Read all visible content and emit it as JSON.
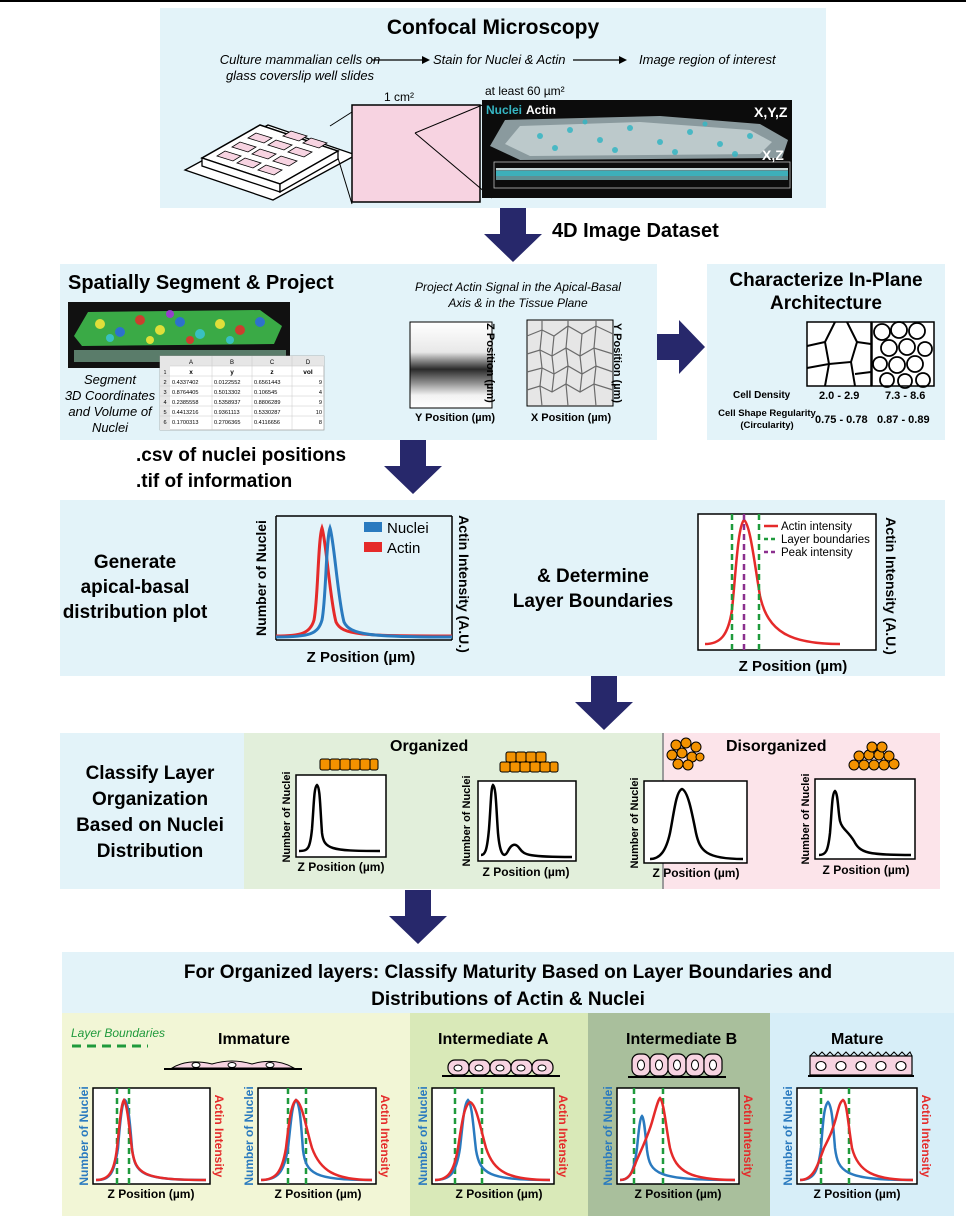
{
  "colors": {
    "panel_blue": "#e3f3f9",
    "arrow_navy": "#27286b",
    "nuclei_blue": "#2a7abf",
    "actin_red": "#e52a2a",
    "boundary_green": "#1f9a3c",
    "peak_purple": "#8b2f8e",
    "organized_green": "#e2efdb",
    "disorganized_pink": "#fce4ea",
    "immature_yellow": "#f2f6d6",
    "intermediate_a_green": "#d9e9b8",
    "intermediate_b_green": "#a9bf9c",
    "mature_blue": "#d7eef8",
    "cell_orange": "#f39200",
    "well_pink": "#f7d3e1"
  },
  "confocal": {
    "title": "Confocal Microscopy",
    "step1_line1": "Culture mammalian cells on",
    "step1_line2": "glass coverslip well slides",
    "step2": "Stain for Nuclei & Actin",
    "step3": "Image region of interest",
    "area_label": "1 cm²",
    "roi_label": "at least 60 µm²",
    "legend_nuclei": "Nuclei",
    "legend_actin": "Actin",
    "view_xyz": "X,Y,Z",
    "view_xz": "X,Z"
  },
  "dataset_label": "4D Image Dataset",
  "segment": {
    "title": "Spatially Segment & Project",
    "caption_line1": "Segment",
    "caption_line2": "3D Coordinates",
    "caption_line3": "and Volume of",
    "caption_line4": "Nuclei",
    "table_cols": [
      "A",
      "B",
      "C",
      "D"
    ],
    "table_header": [
      "x",
      "y",
      "z",
      "vol"
    ],
    "table_rows": [
      {
        "n": "2",
        "x": "0.4337402",
        "y": "0.0122552",
        "z": "0.6561443",
        "vol": "9"
      },
      {
        "n": "3",
        "x": "0.8764405",
        "y": "0.5013302",
        "z": "0.106545",
        "vol": "4"
      },
      {
        "n": "4",
        "x": "0.2385558",
        "y": "0.5358937",
        "z": "0.8806289",
        "vol": "9"
      },
      {
        "n": "5",
        "x": "0.4413216",
        "y": "0.9361113",
        "z": "0.5330287",
        "vol": "10"
      },
      {
        "n": "6",
        "x": "0.1700313",
        "y": "0.2706365",
        "z": "0.4116656",
        "vol": "8"
      }
    ],
    "project_line1": "Project Actin Signal in the Apical-Basal",
    "project_line2": "Axis & in the Tissue Plane",
    "yz_xlabel": "Y Position (µm)",
    "yz_ylabel": "Z Position (µm)",
    "xy_xlabel": "X Position (µm)",
    "xy_ylabel": "Y Position (µm)"
  },
  "inplane": {
    "title_line1": "Characterize In-Plane",
    "title_line2": "Architecture",
    "density_label": "Cell Density",
    "density_a": "2.0 - 2.9",
    "density_b": "7.3 - 8.6",
    "shape_label_line1": "Cell Shape Regularity",
    "shape_label_line2": "(Circularity)",
    "shape_a": "0.75 - 0.78",
    "shape_b": "0.87 - 0.89"
  },
  "outputs": {
    "csv": ".csv of nuclei positions",
    "tif": ".tif of information"
  },
  "distribution": {
    "generate_line1": "Generate",
    "generate_line2": "apical-basal",
    "generate_line3": "distribution plot",
    "determine_line1": "& Determine",
    "determine_line2": "Layer Boundaries",
    "plot1_ylabel": "Number of Nuclei",
    "plot1_ylabel_right": "Actin Intensity (A.U.)",
    "plot1_xlabel": "Z Position (µm)",
    "plot1_legend_nuclei": "Nuclei",
    "plot1_legend_actin": "Actin",
    "plot2_xlabel": "Z Position (µm)",
    "plot2_ylabel_right": "Actin Intensity (A.U.)",
    "plot2_legend_actin": "Actin intensity",
    "plot2_legend_boundaries": "Layer boundaries",
    "plot2_legend_peak": "Peak intensity"
  },
  "classify": {
    "title_line1": "Classify Layer",
    "title_line2": "Organization",
    "title_line3": "Based on Nuclei",
    "title_line4": "Distribution",
    "organized": "Organized",
    "disorganized": "Disorganized",
    "ylabel": "Number of Nuclei",
    "xlabel": "Z Position (µm)"
  },
  "maturity": {
    "title_line1": "For Organized layers: Classify Maturity Based on Layer Boundaries and",
    "title_line2": "Distributions of Actin & Nuclei",
    "layer_boundaries": "Layer Boundaries",
    "immature": "Immature",
    "intermediate_a": "Intermediate A",
    "intermediate_b": "Intermediate B",
    "mature": "Mature",
    "ylabel_left": "Number of Nuclei",
    "ylabel_right": "Actin Intensity",
    "xlabel": "Z Position (µm)"
  }
}
